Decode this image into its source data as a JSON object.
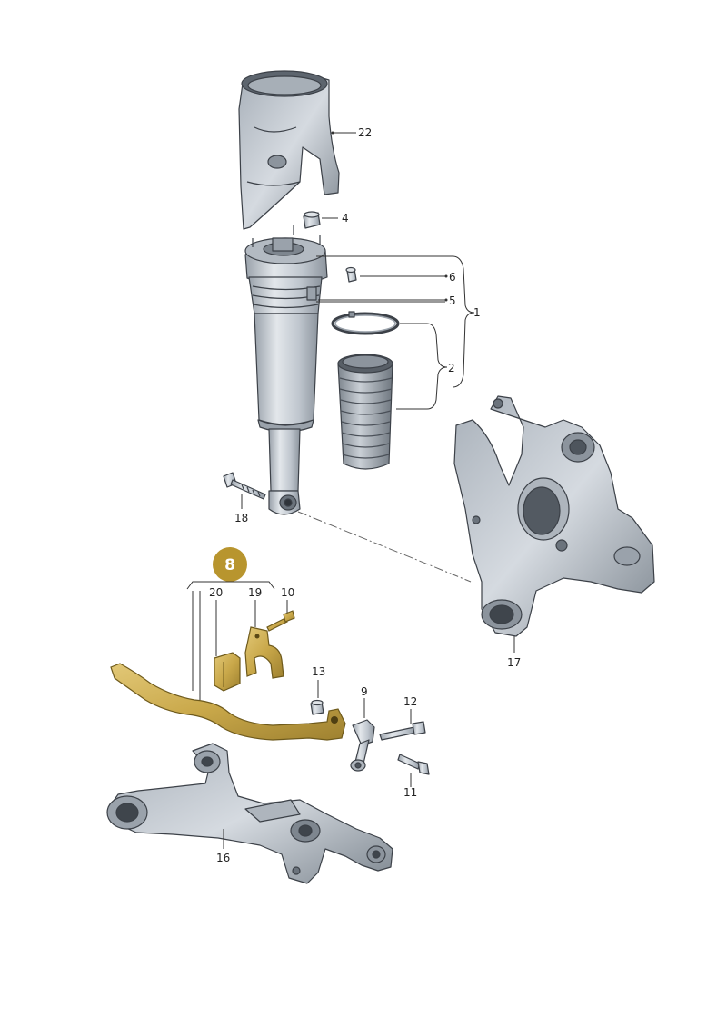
{
  "highlight": {
    "number": "8",
    "color": "#b8952e",
    "text_color": "#ffffff"
  },
  "callouts": {
    "c22": "22",
    "c4": "4",
    "c6": "6",
    "c5": "5",
    "c1": "1",
    "c2": "2",
    "c18": "18",
    "c17": "17",
    "c20": "20",
    "c19": "19",
    "c10": "10",
    "c13": "13",
    "c9": "9",
    "c12": "12",
    "c11": "11",
    "c16": "16"
  },
  "colors": {
    "part_fill": "#c3cad2",
    "part_shadow": "#8b939c",
    "outline": "#3c4148",
    "background": "#ffffff"
  }
}
